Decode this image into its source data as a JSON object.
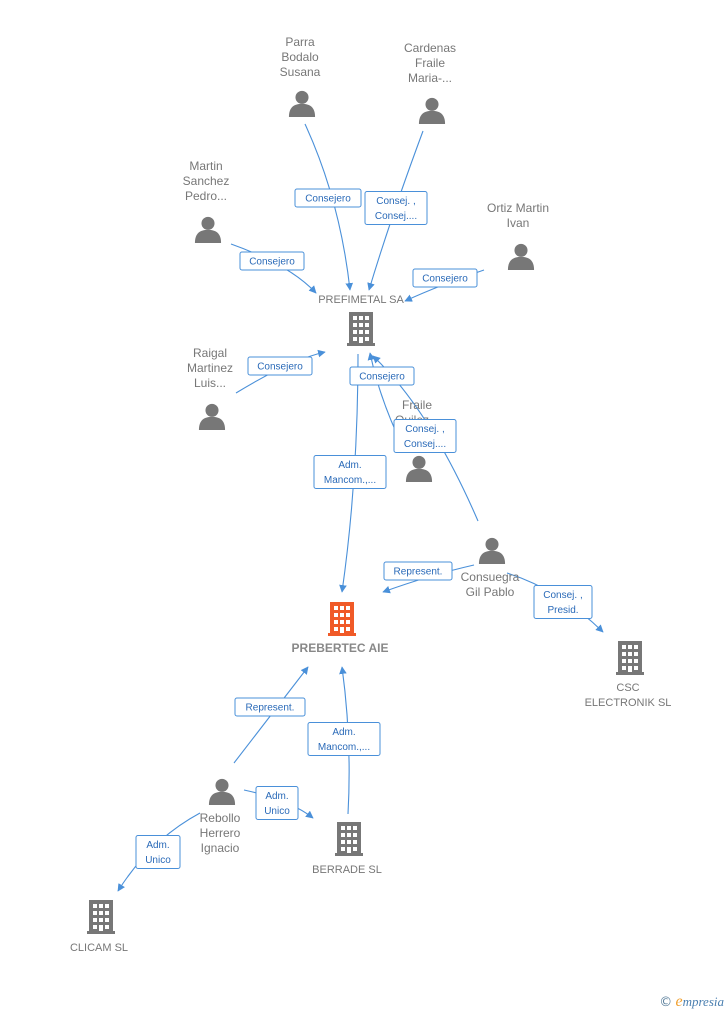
{
  "colors": {
    "person": "#777777",
    "company": "#777777",
    "main_company": "#f05a28",
    "edge": "#4a90d9",
    "label_text": "#2a6ab8"
  },
  "persons": [
    {
      "id": "parra",
      "lines": [
        "Parra",
        "Bodalo",
        "Susana"
      ],
      "icon": "person-icon"
    },
    {
      "id": "cardenas",
      "lines": [
        "Cardenas",
        "Fraile",
        "Maria-..."
      ],
      "icon": "person-icon"
    },
    {
      "id": "martin",
      "lines": [
        "Martin",
        "Sanchez",
        "Pedro..."
      ],
      "icon": "person-icon"
    },
    {
      "id": "ortiz",
      "lines": [
        "Ortiz Martin",
        "Ivan"
      ],
      "icon": "person-icon"
    },
    {
      "id": "raigal",
      "lines": [
        "Raigal",
        "Martinez",
        "Luis..."
      ],
      "icon": "person-icon"
    },
    {
      "id": "fraile",
      "lines": [
        "Fraile",
        "Quilez..."
      ],
      "icon": "person-icon"
    },
    {
      "id": "consuegra",
      "lines": [
        "Consuegra",
        "Gil Pablo"
      ],
      "icon": "person-icon"
    },
    {
      "id": "rebollo",
      "lines": [
        "Rebollo",
        "Herrero",
        "Ignacio"
      ],
      "icon": "person-icon"
    }
  ],
  "companies": [
    {
      "id": "prefimetal",
      "lines": [
        "PREFIMETAL SA"
      ],
      "icon": "building-icon",
      "main": false
    },
    {
      "id": "prebertec",
      "lines": [
        "PREBERTEC AIE"
      ],
      "icon": "building-icon",
      "main": true
    },
    {
      "id": "csc",
      "lines": [
        "CSC",
        "ELECTRONIK SL"
      ],
      "icon": "building-icon",
      "main": false
    },
    {
      "id": "berrade",
      "lines": [
        "BERRADE SL"
      ],
      "icon": "building-icon",
      "main": false
    },
    {
      "id": "clicam",
      "lines": [
        "CLICAM SL"
      ],
      "icon": "building-icon",
      "main": false
    }
  ],
  "edges": [
    {
      "from": "parra",
      "to": "prefimetal",
      "label": [
        "Consejero"
      ]
    },
    {
      "from": "cardenas",
      "to": "prefimetal",
      "label": [
        "Consej. ,",
        "Consej...."
      ]
    },
    {
      "from": "martin",
      "to": "prefimetal",
      "label": [
        "Consejero"
      ]
    },
    {
      "from": "ortiz",
      "to": "prefimetal",
      "label": [
        "Consejero"
      ]
    },
    {
      "from": "raigal",
      "to": "prefimetal",
      "label": [
        "Consejero"
      ]
    },
    {
      "from": "fraile",
      "to": "prefimetal",
      "label": [
        "Consejero"
      ]
    },
    {
      "from": "consuegra",
      "to": "prefimetal",
      "label": [
        "Consej. ,",
        "Consej...."
      ]
    },
    {
      "from": "prefimetal",
      "to": "prebertec",
      "label": [
        "Adm.",
        "Mancom.,..."
      ]
    },
    {
      "from": "consuegra",
      "to": "prebertec",
      "label": [
        "Represent."
      ]
    },
    {
      "from": "consuegra",
      "to": "csc",
      "label": [
        "Consej. ,",
        "Presid."
      ]
    },
    {
      "from": "rebollo",
      "to": "prebertec",
      "label": [
        "Represent."
      ]
    },
    {
      "from": "berrade",
      "to": "prebertec",
      "label": [
        "Adm.",
        "Mancom.,..."
      ]
    },
    {
      "from": "rebollo",
      "to": "berrade",
      "label": [
        "Adm.",
        "Unico"
      ]
    },
    {
      "from": "rebollo",
      "to": "clicam",
      "label": [
        "Adm.",
        "Unico"
      ]
    }
  ],
  "footer": {
    "copyright": "©",
    "brand_initial": "e",
    "brand_rest": "mpresia"
  }
}
